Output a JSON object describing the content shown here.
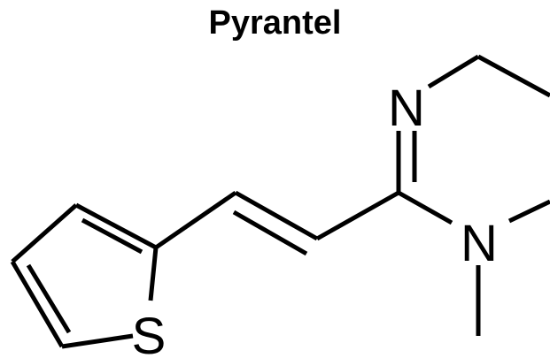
{
  "title": "Pyrantel",
  "atoms": {
    "nitrogen_imine": "N",
    "nitrogen_amine": "N",
    "sulfur": "S"
  },
  "colors": {
    "background": "#ffffff",
    "ink": "#000000"
  }
}
